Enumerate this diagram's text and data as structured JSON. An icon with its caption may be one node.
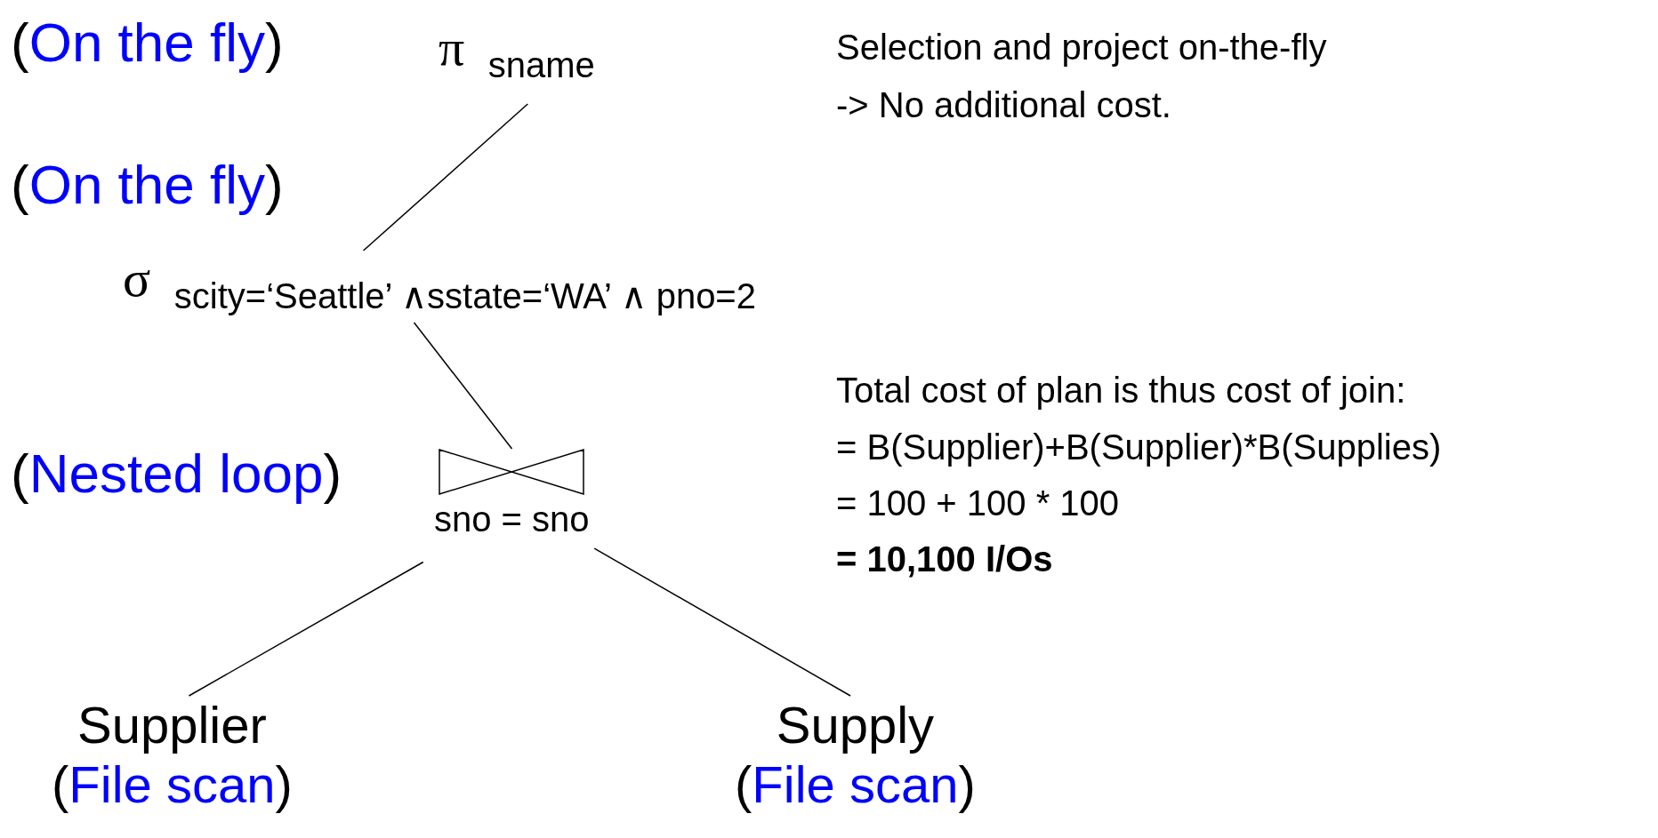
{
  "diagram": {
    "nodes": [
      {
        "text": [
          "π $_{sname}$"
        ]
      },
      {
        "text": [
          "σ $_{scity=‘Seattle’ ∧sstate=‘WA’ ∧ pno=2}$"
        ]
      },
      {
        "text": [
          "sno = sno"
        ]
      },
      {
        "text": [
          "Supplier",
          "(File scan)"
        ]
      },
      {
        "text": [
          "Supply",
          "(File scan)"
        ]
      }
    ],
    "edges": [
      {
        "from": 0,
        "to": 1,
        "arrow": "none"
      },
      {
        "from": 1,
        "to": 2,
        "arrow": "none"
      },
      {
        "from": 2,
        "to": 3,
        "arrow": "none"
      },
      {
        "from": 2,
        "to": 4,
        "arrow": "none"
      }
    ],
    "labels": [
      "(On the fly)",
      "Selection and project on-the-fly",
      "-> No additional cost.",
      "(On the fly)",
      "Total cost of plan is thus cost of join:",
      "(Nested loop)",
      "= B(Supplier)+B(Supplier)*B(Supplies)",
      "= 100 + 100 * 100",
      "= 10,100 I/Os"
    ]
  }
}
